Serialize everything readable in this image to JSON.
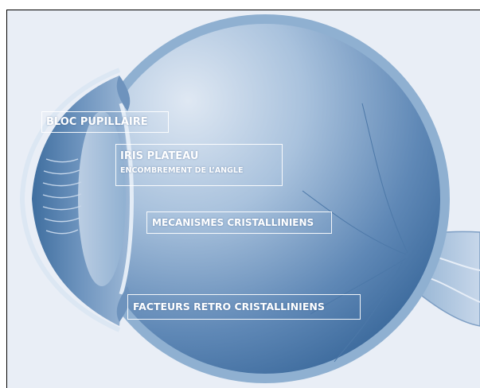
{
  "labels": {
    "bloc_pupillaire": "BLOC PUPILLAIRE",
    "iris_plateau": "IRIS PLATEAU",
    "encombrement": "ENCOMBREMENT DE L’ANGLE",
    "mecanismes": "MECANISMES CRISTALLINIENS",
    "facteurs": "FACTEURS RETRO CRISTALLINIENS"
  },
  "colors": {
    "panel": "#e9eef6",
    "globe_light": "#dfe8f3",
    "globe_dark": "#2f5f93",
    "sclera": "#8fb0d1",
    "label_text": "#ffffff"
  }
}
